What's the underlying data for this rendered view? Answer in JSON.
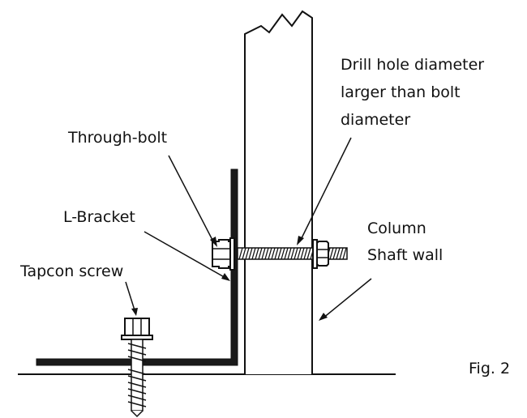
{
  "labels": {
    "drill_hole_line1": "Drill hole diameter",
    "drill_hole_line2": "larger than bolt",
    "drill_hole_line3": "diameter",
    "through_bolt": "Through-bolt",
    "l_bracket": "L-Bracket",
    "column_line1": "Column",
    "column_line2": "Shaft wall",
    "tapcon_screw": "Tapcon screw",
    "figure_number": "Fig. 2"
  },
  "colors": {
    "ink": "#111111",
    "background": "#ffffff"
  }
}
